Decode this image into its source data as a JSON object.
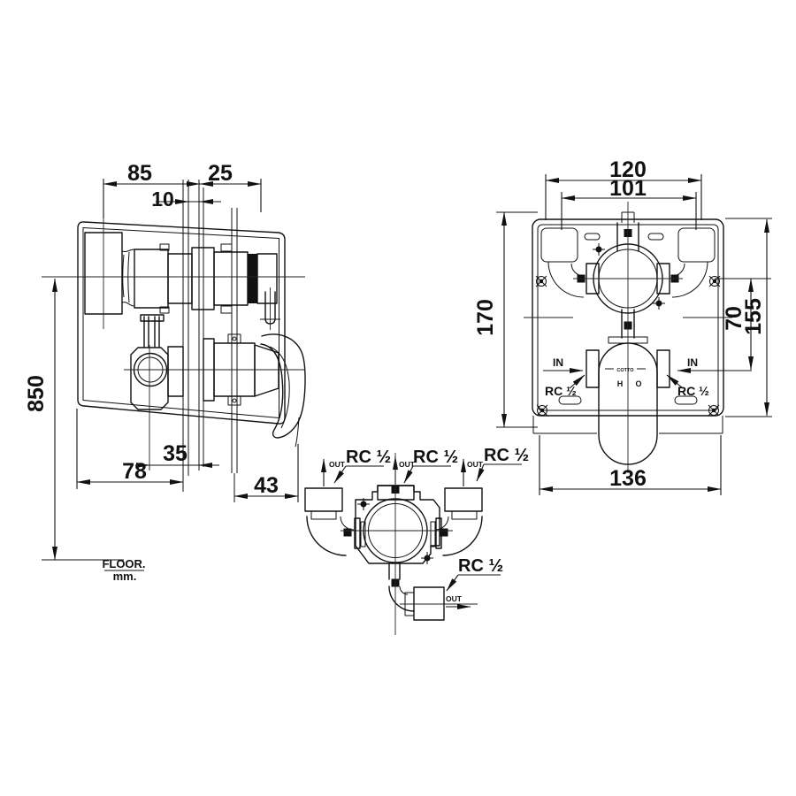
{
  "drawing": {
    "side_view": {
      "dim_85": "85",
      "dim_25": "25",
      "dim_10": "10",
      "dim_850": "850",
      "dim_35": "35",
      "dim_78": "78",
      "dim_43": "43",
      "floor_label": "FLOOR.",
      "floor_unit": "mm."
    },
    "front_view": {
      "dim_120": "120",
      "dim_101": "101",
      "dim_170": "170",
      "dim_70": "70",
      "dim_155": "155",
      "dim_136": "136",
      "in_left": "IN",
      "in_right": "IN",
      "rc_left": "RC ½",
      "rc_right": "RC ½",
      "brand": "COTTO",
      "hot_mark": "H",
      "cold_mark": "O"
    },
    "top_view": {
      "out_left": "OUT",
      "out_mid": "OUT",
      "out_right": "OUT",
      "out_bottom": "OUT",
      "rc_left": "RC ½",
      "rc_mid": "RC ½",
      "rc_right": "RC ½",
      "rc_bottom": "RC ½"
    }
  }
}
